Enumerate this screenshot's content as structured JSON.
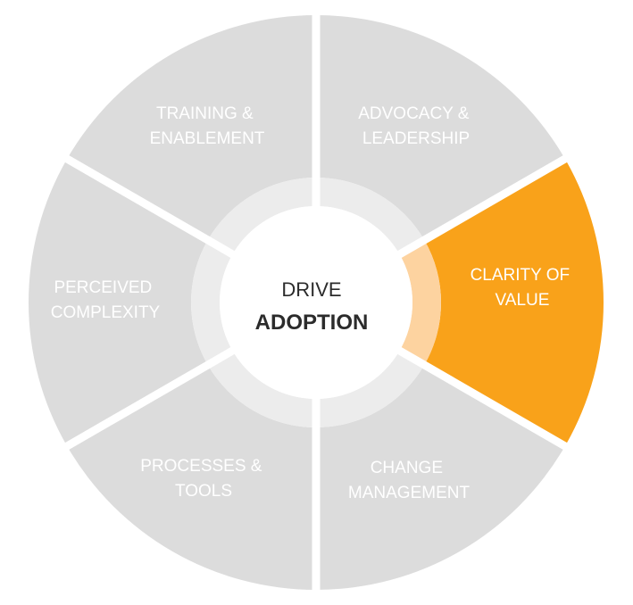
{
  "center": {
    "line1": "DRIVE",
    "line2": "ADOPTION"
  },
  "segments": [
    {
      "key": "advocacy",
      "lines": [
        "ADVOCACY &",
        "LEADERSHIP"
      ],
      "highlight": false
    },
    {
      "key": "clarity",
      "lines": [
        "CLARITY OF",
        "VALUE"
      ],
      "highlight": true
    },
    {
      "key": "change",
      "lines": [
        "CHANGE",
        "MANAGEMENT"
      ],
      "highlight": false
    },
    {
      "key": "processes",
      "lines": [
        "PROCESSES &",
        "TOOLS"
      ],
      "highlight": false
    },
    {
      "key": "perceived",
      "lines": [
        "PERCEIVED",
        "COMPLEXITY"
      ],
      "highlight": false
    },
    {
      "key": "training",
      "lines": [
        "TRAINING &",
        "ENABLEMENT"
      ],
      "highlight": false
    }
  ],
  "colors": {
    "segment": "#dcdcdc",
    "highlight": "#f9a21a",
    "inner_ring": "#ececec",
    "inner_ring_highlight": "#fdd3a0",
    "hub": "#ffffff",
    "divider": "#ffffff",
    "center_text": "#2b2b2b",
    "label_text": "#ffffff"
  }
}
